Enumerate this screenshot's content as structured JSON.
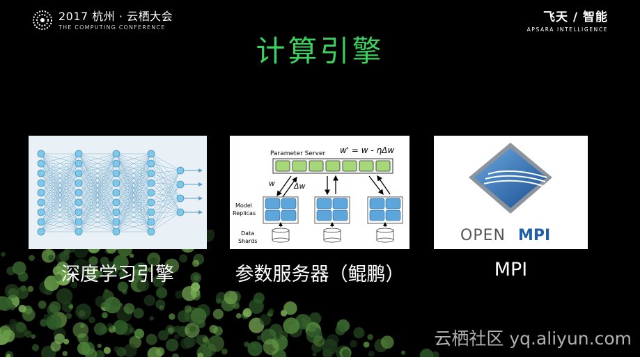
{
  "header": {
    "conference_title": "2017 杭州 · 云栖大会",
    "conference_subtitle": "THE COMPUTING CONFERENCE",
    "brand_main": "飞天 / 智能",
    "brand_sub": "APSARA INTELLIGENCE"
  },
  "slide": {
    "title": "计算引擎"
  },
  "cards": [
    {
      "caption": "深度学习引擎"
    },
    {
      "caption": "参数服务器（鲲鹏）",
      "ps_label": "Parameter Server",
      "formula": "w' = w - ηΔw",
      "w_label": "w",
      "dw_label": "Δw",
      "model_label_1": "Model",
      "model_label_2": "Replicas",
      "data_label_1": "Data",
      "data_label_2": "Shards"
    },
    {
      "caption": "MPI",
      "logo_open": "OPEN",
      "logo_mpi": "MPI"
    }
  ],
  "watermark": "云栖社区 yq.aliyun.com",
  "colors": {
    "title": "#3ed05f",
    "node": "#7ec8e8",
    "ps_cell": "#a6d87a",
    "replica": "#5ca6dc",
    "mpi_blue": "#1f5ea8"
  }
}
